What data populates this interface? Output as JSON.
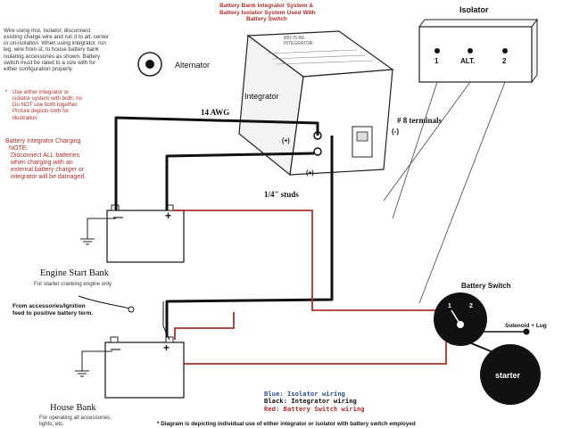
{
  "header_note": {
    "line1": "Battery Bank Integrator System &",
    "line2": "Battery Isolator System Used With",
    "line3": "Battery Switch"
  },
  "intro_note": {
    "lines": [
      "Wire using Inst. Isolator, disconnect",
      "existing charge wire and run it to alt. center",
      "or un-isolation. When using integrator, run",
      "leg. wire from st. to house battery bank",
      "isolating accessories as shown. Battery",
      "switch must be rated to a size with for",
      "either configuration properly."
    ]
  },
  "use_note": {
    "bullet": "*",
    "lines": [
      "Use either integrator or",
      "isolator system with both; no",
      "Do NOT use both together.",
      "Picture depicts both for",
      "illustration"
    ]
  },
  "charging_note": {
    "title1": "Battery Integrator Charging",
    "title2": "NOTE:",
    "lines": [
      "Disconnect ALL batteries",
      "when charging with an",
      "external battery charger or",
      "integrator will be damaged."
    ]
  },
  "labels": {
    "isolator": "Isolator",
    "isolator_t1": "1",
    "isolator_alt": "ALT.",
    "isolator_t2": "2",
    "alternator": "Alternator",
    "integrator": "Integrator",
    "awg": "14 AWG",
    "terminals": "# 8 terminals",
    "plus_left": "(+)",
    "plus_bottom": "(+)",
    "minus_right": "(-)",
    "studs": "1/4\" studs",
    "device_small1": "BBI 75-RE",
    "device_small2": "INTEGRATOR",
    "battery_switch": "Battery Switch",
    "switch_1": "1",
    "switch_2": "2",
    "solenoid": "Solenoid + Lug",
    "starter": "starter",
    "engine_bank": "Engine Start Bank",
    "engine_sub": "For starter cranking engine only",
    "house_bank": "House Bank",
    "house_sub1": "For operating all accessories,",
    "house_sub2": "lights, etc.",
    "accessories1": "From accessories/Ignition",
    "accessories2": "feed to positive battery term.",
    "bat_minus": "—",
    "bat_plus": "+"
  },
  "legend": {
    "blue": "Blue: Isolator wiring",
    "black": "Black: Integrator wiring",
    "red": "Red: Battery Switch wiring",
    "footnote": "* Diagram is depicting individual use of either integrator or isolator with battery switch employed"
  },
  "colors": {
    "black_wire": "#111111",
    "red_wire": "#b0302c",
    "blue_wire": "#2a4f9c"
  }
}
